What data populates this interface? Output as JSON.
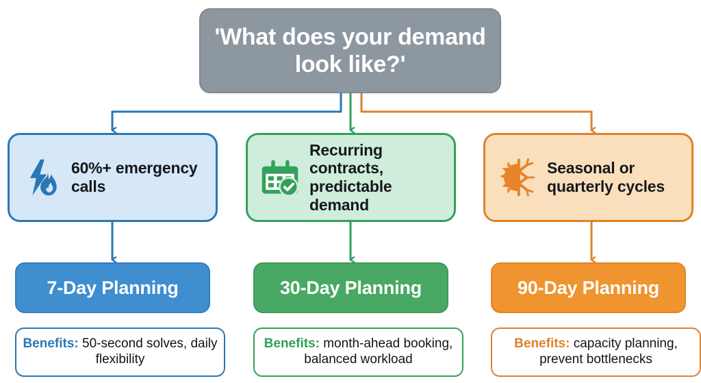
{
  "diagram": {
    "title": "'What does your demand look like?'",
    "root_node_label": "'What does your demand look like?'"
  },
  "colors": {
    "root_fill": "#8d97a0",
    "blue_accent": "#2a77b5",
    "blue_fill": "#d6e7f7",
    "blue_bar": "#3e8ed0",
    "green_accent": "#33a05c",
    "green_fill": "#cfeddb",
    "green_bar": "#49a863",
    "orange_accent": "#e08129",
    "orange_fill": "#fadfbd",
    "orange_bar": "#ef942e"
  },
  "branches": [
    {
      "key": "emergency",
      "icon": "lightning-bolt-flame-icon",
      "trigger": "60%+ emergency calls",
      "plan": "7-Day Planning",
      "benefits_label": "Benefits:",
      "benefits_text": " 50-second solves, daily flexibility",
      "accent": "#2a77b5"
    },
    {
      "key": "recurring",
      "icon": "calendar-check-icon",
      "trigger": "Recurring contracts, predictable demand",
      "plan": "30-Day Planning",
      "benefits_label": "Benefits:",
      "benefits_text": " month-ahead booking, balanced workload",
      "accent": "#33a05c"
    },
    {
      "key": "seasonal",
      "icon": "sun-snowflake-icon",
      "trigger": "Seasonal or quarterly cycles",
      "plan": "90-Day Planning",
      "benefits_label": "Benefits:",
      "benefits_text": " capacity planning, prevent bottlenecks",
      "accent": "#e08129"
    }
  ]
}
